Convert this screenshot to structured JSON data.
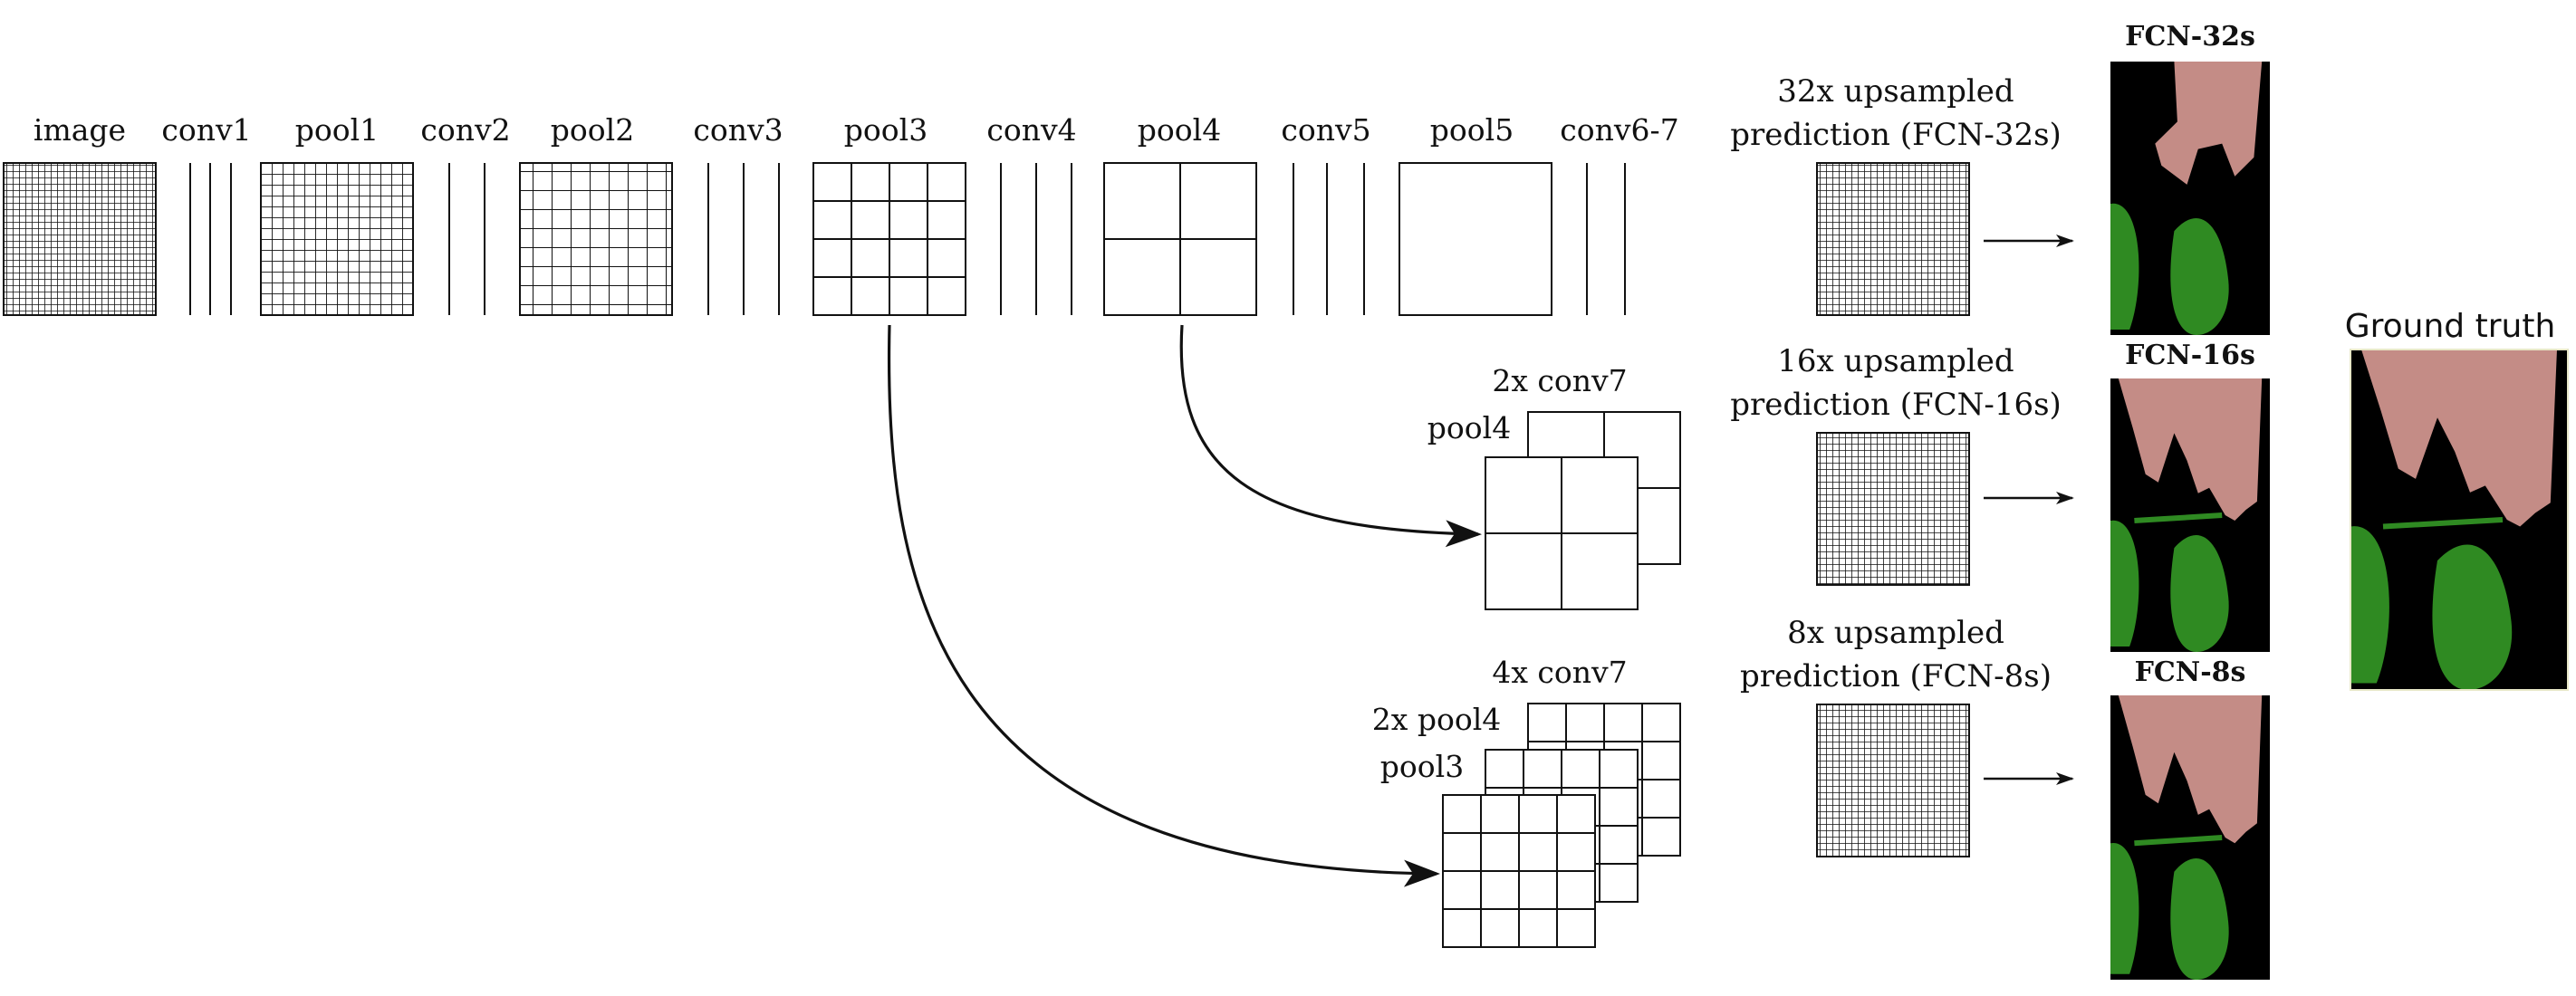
{
  "colors": {
    "ink": "#111111",
    "background": "#000000",
    "person": "#c48c86",
    "bicycle": "#2f8a22",
    "outline": "#e8e8c8"
  },
  "pipeline": {
    "labels": [
      "image",
      "conv1",
      "pool1",
      "conv2",
      "pool2",
      "conv3",
      "pool3",
      "conv4",
      "pool4",
      "conv5",
      "pool5",
      "conv6-7"
    ]
  },
  "fusion_16s": {
    "label_top": "2x conv7",
    "label_back": "pool4"
  },
  "fusion_8s": {
    "label_top": "4x conv7",
    "label_mid": "2x pool4",
    "label_front": "pool3"
  },
  "predictions": [
    {
      "line1": "32x upsampled",
      "line2": "prediction (FCN-32s)",
      "panel_title": "FCN-32s"
    },
    {
      "line1": "16x upsampled",
      "line2": "prediction (FCN-16s)",
      "panel_title": "FCN-16s"
    },
    {
      "line1": "8x upsampled",
      "line2": "prediction (FCN-8s)",
      "panel_title": "FCN-8s"
    }
  ],
  "ground_truth": {
    "title": "Ground truth"
  }
}
